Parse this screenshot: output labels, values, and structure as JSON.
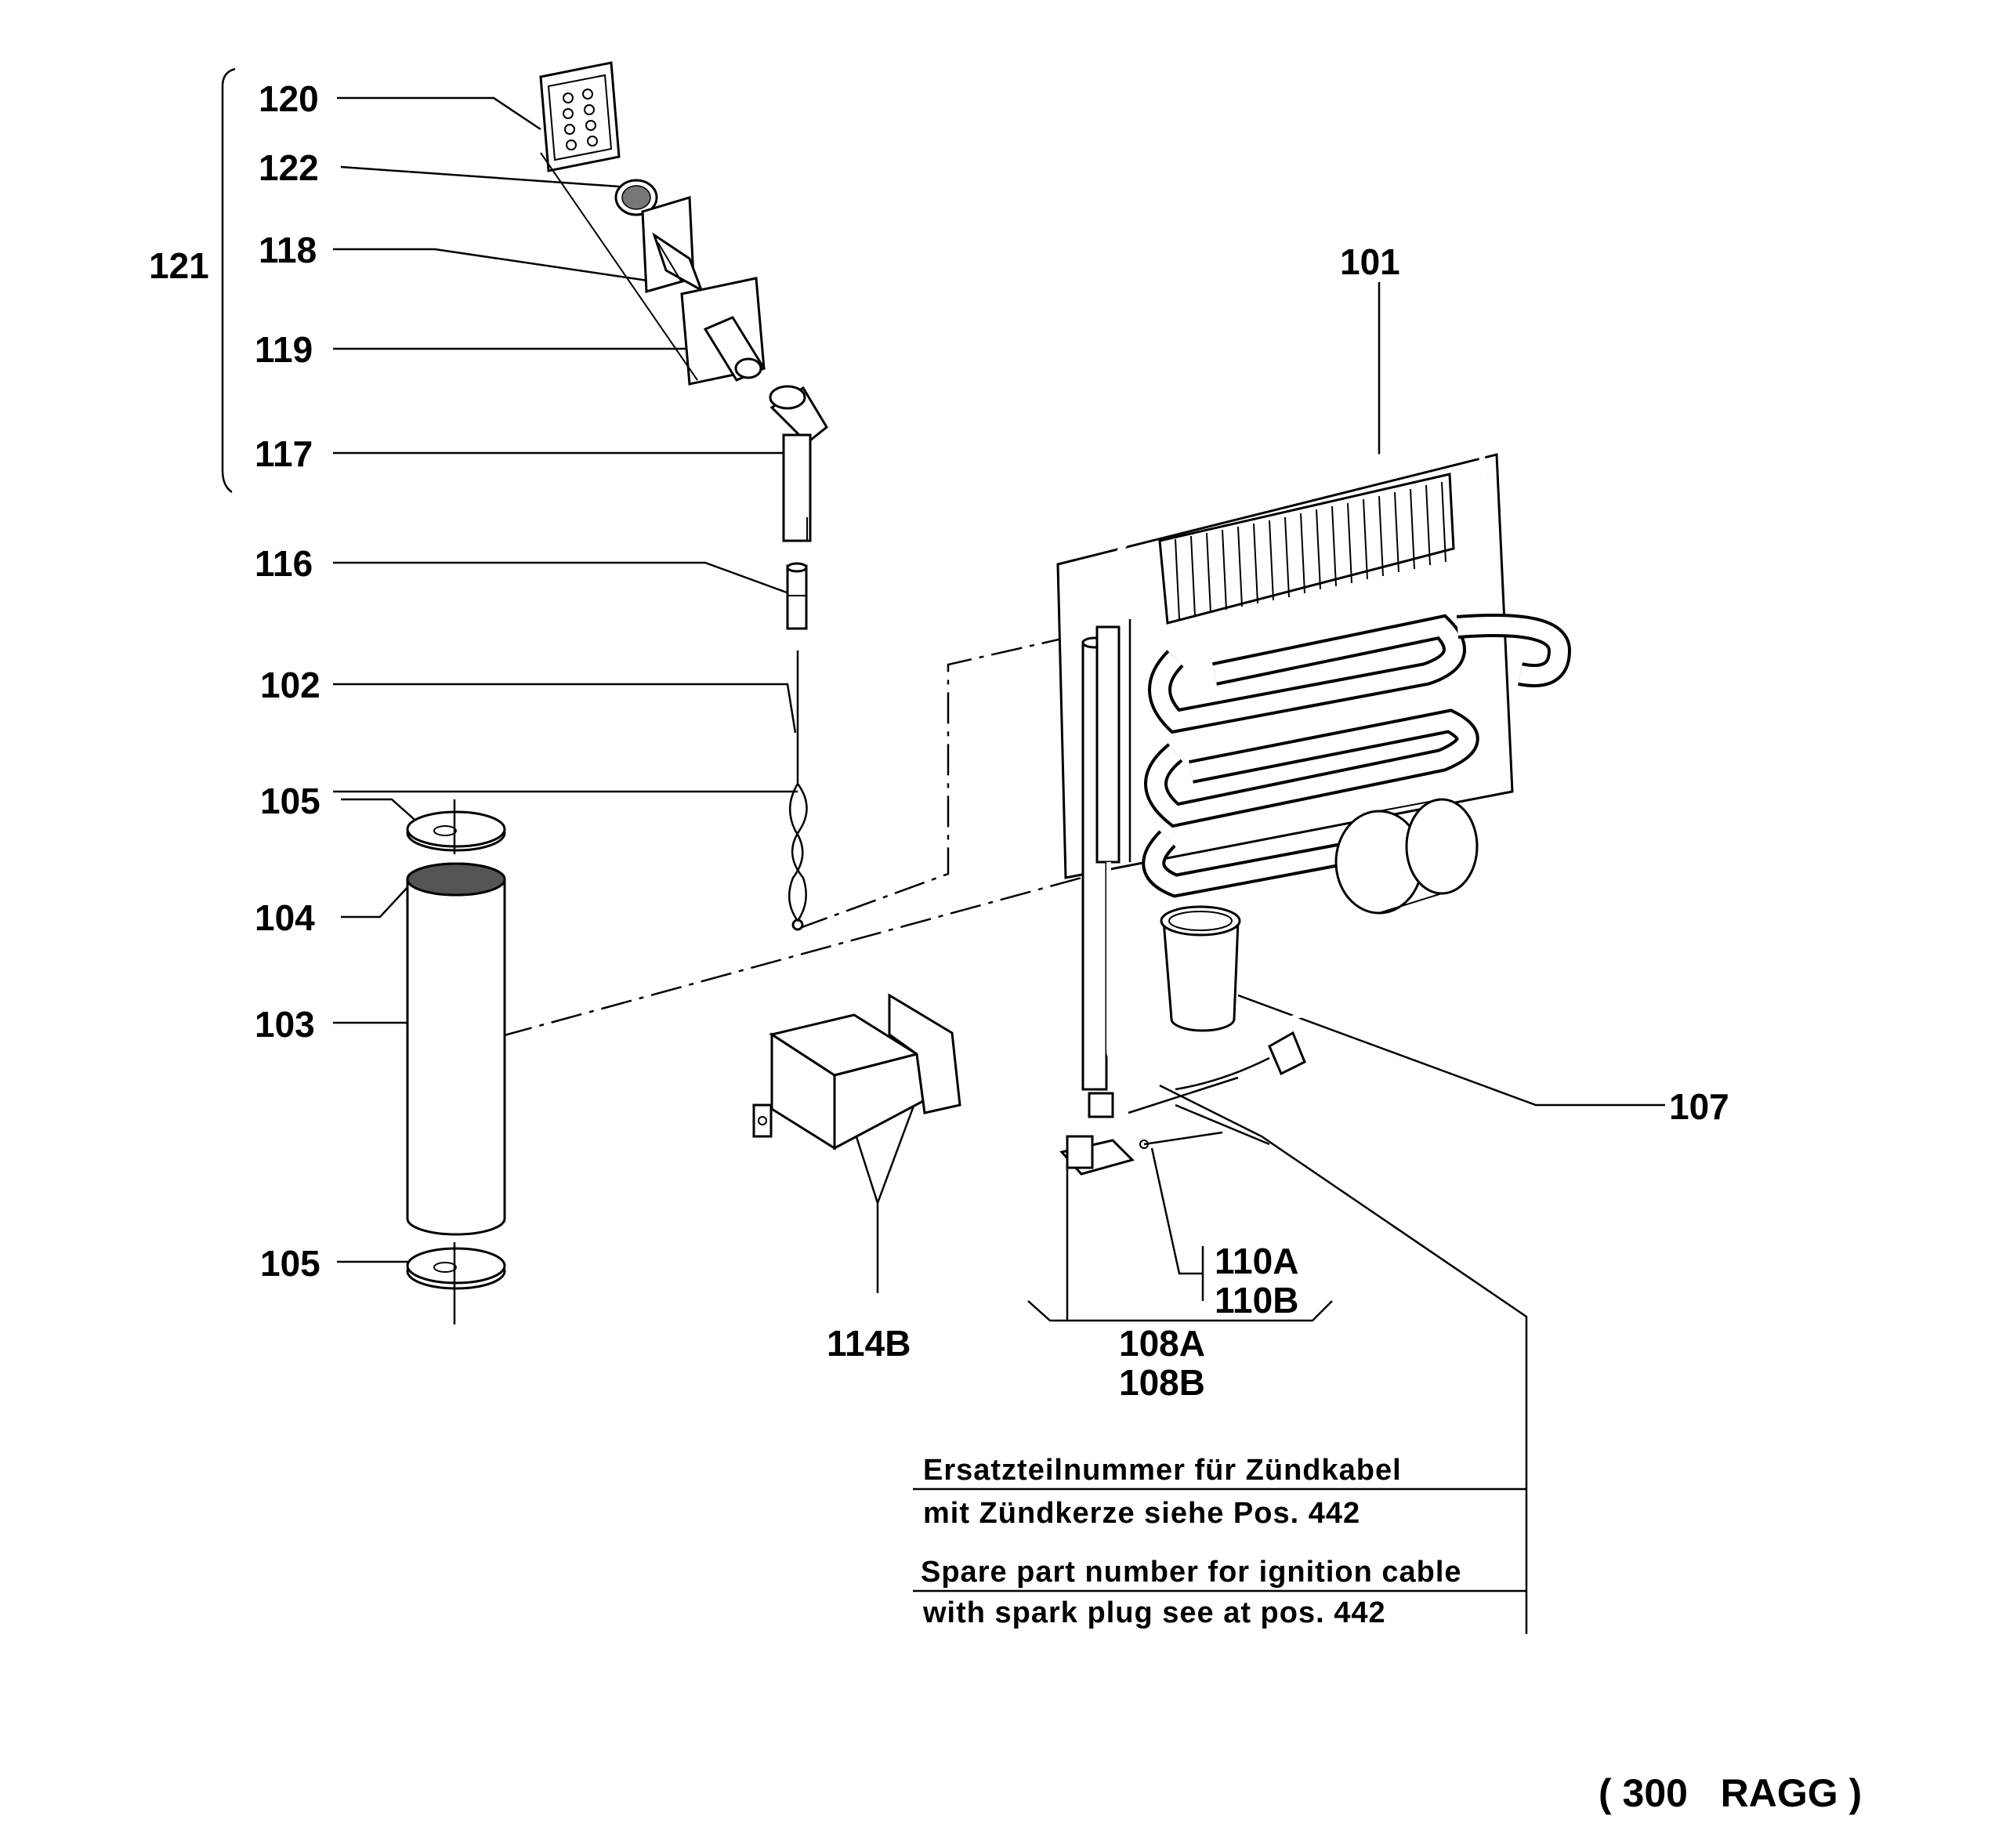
{
  "labels": {
    "p101": "101",
    "p102": "102",
    "p103": "103",
    "p104": "104",
    "p105_top": "105",
    "p105_bottom": "105",
    "p107": "107",
    "p108a": "108A",
    "p108b": "108B",
    "p110a": "110A",
    "p110b": "110B",
    "p114b": "114B",
    "p116": "116",
    "p117": "117",
    "p118": "118",
    "p119": "119",
    "p120": "120",
    "p121": "121",
    "p122": "122"
  },
  "note": {
    "de_line1": "Ersatzteilnummer für Zündkabel",
    "de_line2": "mit Zündkerze siehe Pos. 442",
    "en_line1": "Spare part number for ignition cable",
    "en_line2": "with spark plug see at pos. 442"
  },
  "footer": {
    "code": "( 300   RAGG )"
  }
}
